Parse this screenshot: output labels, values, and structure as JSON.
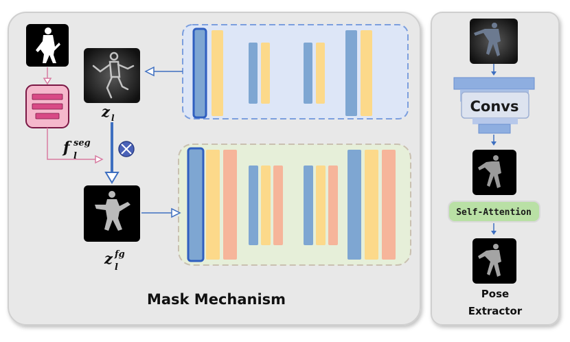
{
  "main_panel": {
    "title": "Mask Mechanism",
    "z_label": "z",
    "z_sub": "l",
    "f_label": "f",
    "f_sup": "seg",
    "f_sub": "l",
    "zfg_label": "z",
    "zfg_sup": "fg",
    "zfg_sub": "l",
    "multiply_symbol": "⊗"
  },
  "side_panel": {
    "convs_label": "Convs",
    "attention_label": "Self-Attention",
    "title_line1": "Pose",
    "title_line2": "Extractor"
  },
  "colors": {
    "panel_bg": "#e8e8e8",
    "blue_bar": "#7ea6d2",
    "yellow_bar": "#fcd98a",
    "salmon_bar": "#f6b59a",
    "seg_box": "#f5b8cc",
    "seg_bar": "#d84a86",
    "attention_box": "#b9e0a5",
    "arrow_blue": "#3e6fc0",
    "arrow_pink": "#d77aa0"
  }
}
